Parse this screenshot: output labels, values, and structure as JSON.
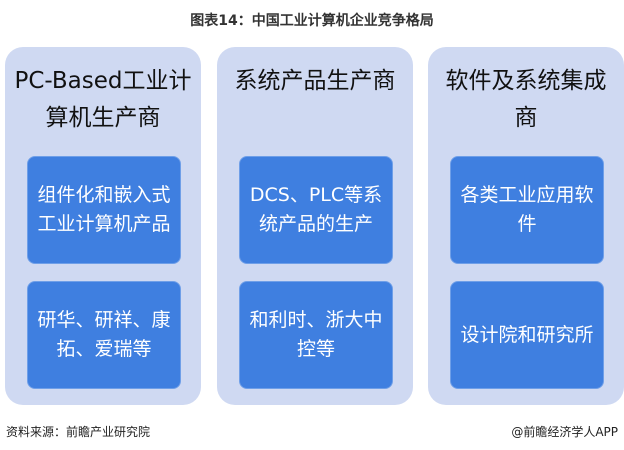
{
  "title": "图表14：中国工业计算机企业竞争格局",
  "columns": [
    {
      "heading": "PC-Based工业计算机生产商",
      "items": [
        "组件化和嵌入式工业计算机产品",
        "研华、研祥、康拓、爱瑞等"
      ]
    },
    {
      "heading": "系统产品生产商",
      "items": [
        "DCS、PLC等系统产品的生产",
        "和利时、浙大中控等"
      ]
    },
    {
      "heading": "软件及系统集成商",
      "items": [
        "各类工业应用软件",
        "设计院和研究所"
      ]
    }
  ],
  "source": "资料来源：前瞻产业研究院",
  "credit": "@前瞻经济学人APP"
}
